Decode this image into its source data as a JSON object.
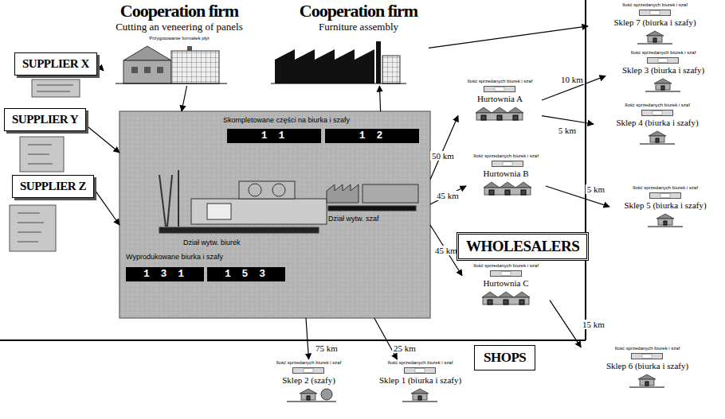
{
  "diagram": {
    "nodes": [
      {
        "text": [
          "Cooperation firm",
          "Cutting an veneering of panels",
          "Przygotowanie formatek płyt"
        ]
      },
      {
        "text": [
          "Cooperation firm",
          "Furniture assembly"
        ]
      },
      {
        "text": [
          "Ilość sprzedanych biurek i szaf",
          "Sklep 7 (biurka i szafy)"
        ]
      },
      {
        "text": [
          "SUPPLIER X"
        ]
      },
      {
        "text": [
          "SUPPLIER Y"
        ]
      },
      {
        "text": [
          "SUPPLIER Z"
        ]
      },
      {
        "text": [
          "Skompletowane części na biurka i szafy",
          "Dział wytw. szaf",
          "Dział wytw. biurek",
          "Wyprodukowane biurka i szafy"
        ]
      },
      {
        "text": [
          "Ilość sprzedanych biurek i szaf",
          "Hurtownia A"
        ]
      },
      {
        "text": [
          "Ilość sprzedanych biurek i szaf",
          "Sklep 3 (biurka i szafy)"
        ]
      },
      {
        "text": [
          "Ilość sprzedanych biurek i szaf",
          "Sklep 4 (biurka i szafy)"
        ]
      },
      {
        "text": [
          "Ilość sprzedanych biurek i szaf",
          "Hurtownia B"
        ]
      },
      {
        "text": [
          "Ilość sprzedanych biurek i szaf",
          "Sklep 5 (biurka i szafy)"
        ]
      },
      {
        "text": [
          "WHOLESALERS"
        ]
      },
      {
        "text": [
          "Ilość sprzedanych biurek i szaf",
          "Hurtownia C"
        ]
      },
      {
        "text": [
          "Ilość sprzedanych biurek i szaf",
          "Sklep 2 (szafy)"
        ]
      },
      {
        "text": [
          "Ilość sprzedanych biurek i szaf",
          "Sklep 1 (biurka i szafy)"
        ]
      },
      {
        "text": [
          "SHOPS"
        ]
      },
      {
        "text": [
          "Ilość sprzedanych biurek i szaf",
          "Sklep 6 (biurka i szafy)"
        ]
      },
      {
        "text": [
          "1 1"
        ],
        "in": 6
      },
      {
        "text": [
          "1 2"
        ],
        "in": 6
      },
      {
        "text": [
          "1 3 1"
        ],
        "in": 6
      },
      {
        "text": [
          "1 5 3"
        ],
        "in": 6
      }
    ],
    "edges": [
      {
        "from": 3,
        "to": 0,
        "arrow": "to"
      },
      {
        "from": 4,
        "to": 6,
        "arrow": "to"
      },
      {
        "from": 5,
        "to": 6,
        "arrow": "to"
      },
      {
        "from": 0,
        "to": 6,
        "arrow": "to"
      },
      {
        "from": 6,
        "to": 1,
        "arrow": "to"
      },
      {
        "from": 1,
        "to": 2,
        "arrow": "to"
      },
      {
        "from": 6,
        "to": 7,
        "label": "50 km",
        "arrow": "to"
      },
      {
        "from": 6,
        "to": 10,
        "label": "45 km",
        "arrow": "to"
      },
      {
        "from": 6,
        "to": 13,
        "label": "45 km",
        "arrow": "to"
      },
      {
        "from": 6,
        "to": 14,
        "label": "75 km",
        "arrow": "to"
      },
      {
        "from": 6,
        "to": 15,
        "label": "25 km",
        "arrow": "to"
      },
      {
        "from": 7,
        "to": 8,
        "label": "10 km",
        "arrow": "to"
      },
      {
        "from": 7,
        "to": 9,
        "label": "5 km",
        "arrow": "to"
      },
      {
        "from": 10,
        "to": 11,
        "label": "5 km",
        "arrow": "to"
      },
      {
        "from": 13,
        "to": 17,
        "label": "15 km",
        "arrow": "to"
      }
    ]
  }
}
